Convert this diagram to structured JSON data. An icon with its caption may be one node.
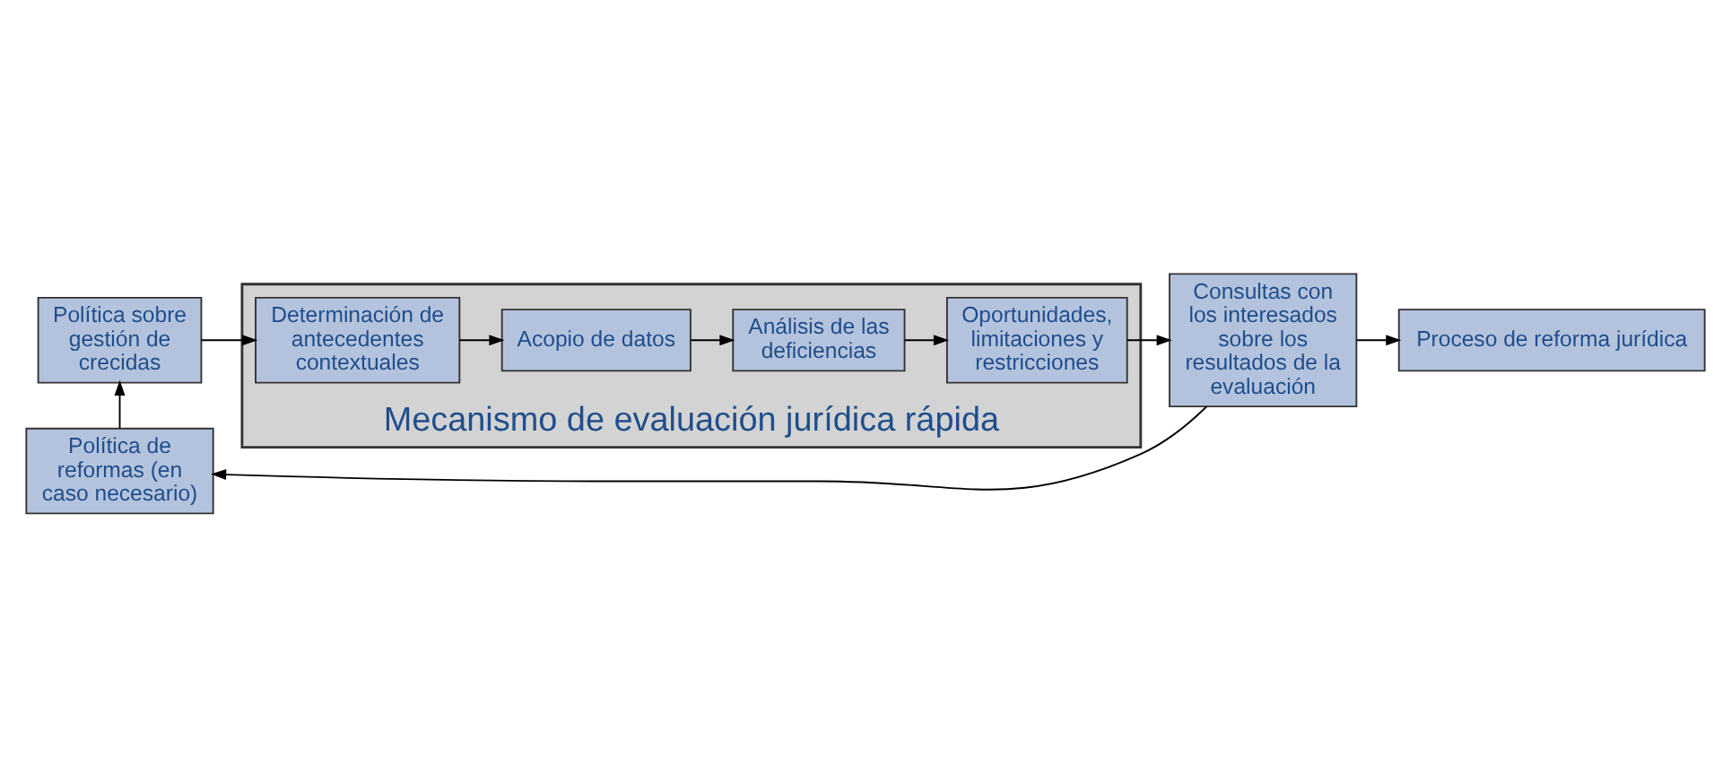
{
  "diagram": {
    "nodes": [
      {
        "text": [
          "Política sobre gestión de crecidas"
        ]
      },
      {
        "text": [
          "Política de reformas (en caso necesario)"
        ]
      },
      {
        "text": [
          "Mecanismo de evaluación jurídica rápida"
        ]
      },
      {
        "text": [
          "Determinación de antecedentes contextuales"
        ],
        "in": 2
      },
      {
        "text": [
          "Acopio de datos"
        ],
        "in": 2
      },
      {
        "text": [
          "Análisis de las deficiencias"
        ],
        "in": 2
      },
      {
        "text": [
          "Oportunidades, limitaciones y restricciones"
        ],
        "in": 2
      },
      {
        "text": [
          "Consultas con los interesados sobre los resultados de la evaluación"
        ]
      },
      {
        "text": [
          "Proceso de reforma jurídica"
        ]
      }
    ],
    "edges": [
      {
        "from": 0,
        "to": 3,
        "arrow": "to"
      },
      {
        "from": 3,
        "to": 4,
        "arrow": "to"
      },
      {
        "from": 4,
        "to": 5,
        "arrow": "to"
      },
      {
        "from": 5,
        "to": 6,
        "arrow": "to"
      },
      {
        "from": 6,
        "to": 7,
        "arrow": "to"
      },
      {
        "from": 7,
        "to": 1,
        "arrow": "to"
      },
      {
        "from": 1,
        "to": 0,
        "arrow": "to"
      },
      {
        "from": 7,
        "to": 8,
        "arrow": "to"
      }
    ]
  }
}
